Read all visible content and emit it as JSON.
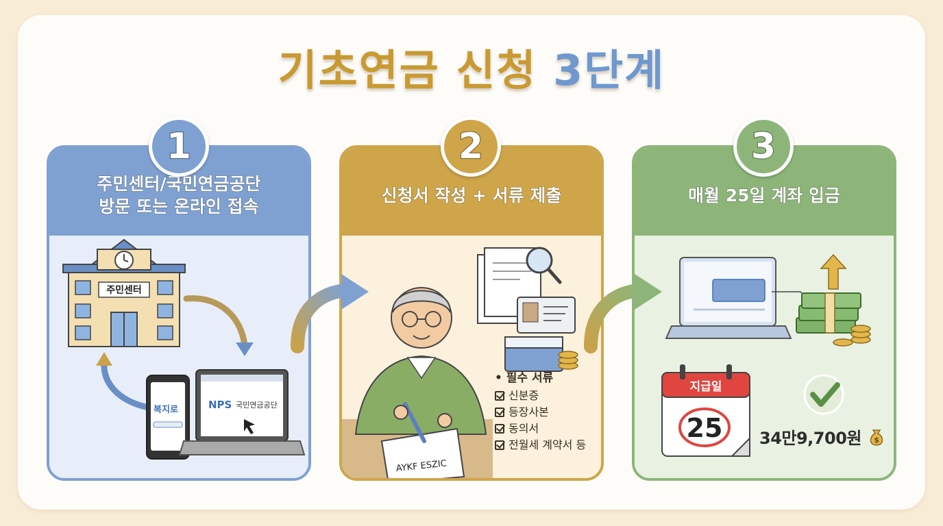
{
  "title": {
    "part1": "기초연금 신청",
    "part2": "3단계"
  },
  "steps": [
    {
      "number": "1",
      "line1": "주민센터/국민연금공단",
      "line2": "방문 또는 온라인 접속"
    },
    {
      "number": "2",
      "line1": "신청서 작성 + 서류 제출",
      "line2": ""
    },
    {
      "number": "3",
      "line1": "매월 25일 계좌 입금",
      "line2": ""
    }
  ],
  "step1_illustration": {
    "building_sign": "주민센터",
    "phone_logo": "복지로",
    "laptop_logo_en": "NPS",
    "laptop_logo_ko": "국민연금공단"
  },
  "step2_illustration": {
    "signature": "AYKF ESZIC"
  },
  "required_docs": {
    "heading": "필수 서류",
    "items": [
      "신분증",
      "등장사본",
      "동의서",
      "전월세 계약서 등"
    ]
  },
  "step3_illustration": {
    "calendar_header": "지급일",
    "calendar_day": "25",
    "amount": "34만9,700원"
  },
  "colors": {
    "blue": "#7fa1d2",
    "gold": "#cfa54a",
    "green": "#8db57a",
    "title_gold": "#c99a32",
    "title_blue": "#6f98cf"
  },
  "icons": [
    "building-icon",
    "phone-icon",
    "laptop-icon",
    "grandfather-icon",
    "document-icon",
    "magnifier-icon",
    "id-card-icon",
    "bankbook-icon",
    "coins-icon",
    "money-stack-icon",
    "up-arrow-icon",
    "calendar-icon",
    "checkmark-icon",
    "money-bag-icon",
    "flow-arrow-icon"
  ]
}
